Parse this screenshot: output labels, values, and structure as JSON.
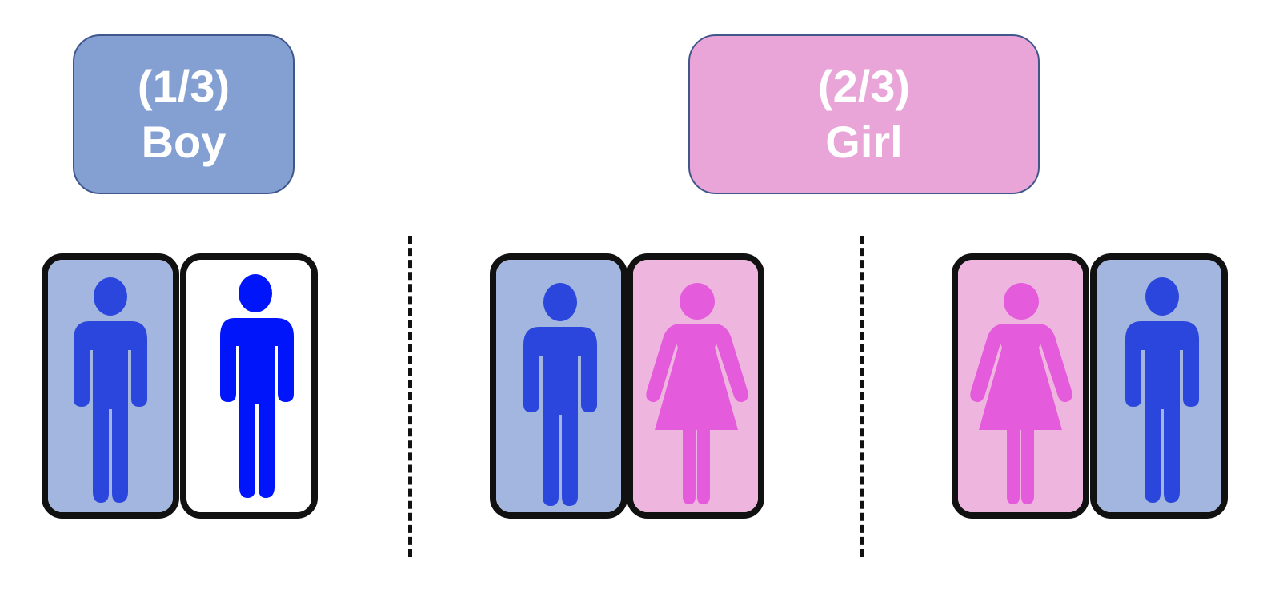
{
  "labels": {
    "boy": {
      "fraction": "(1/3)",
      "text": "Boy"
    },
    "girl": {
      "fraction": "(2/3)",
      "text": "Girl"
    }
  },
  "colors": {
    "boy_box": "#84a0d3",
    "girl_box": "#e9a4d8",
    "boy_card": "#a2b6e0",
    "girl_card": "#eeb6df",
    "boy_figure": "#2a46dc",
    "boy_figure_bright": "#0015fa",
    "girl_figure": "#e45cdb",
    "card_border": "#111111",
    "white_card": "#ffffff"
  },
  "pairs": [
    {
      "cards": [
        {
          "gender": "boy",
          "highlight": true
        },
        {
          "gender": "boy",
          "highlight": false
        }
      ]
    },
    {
      "cards": [
        {
          "gender": "boy",
          "highlight": true
        },
        {
          "gender": "girl",
          "highlight": true
        }
      ]
    },
    {
      "cards": [
        {
          "gender": "girl",
          "highlight": true
        },
        {
          "gender": "boy",
          "highlight": true
        }
      ]
    }
  ],
  "icons": [
    "male-person-icon",
    "female-person-icon"
  ]
}
